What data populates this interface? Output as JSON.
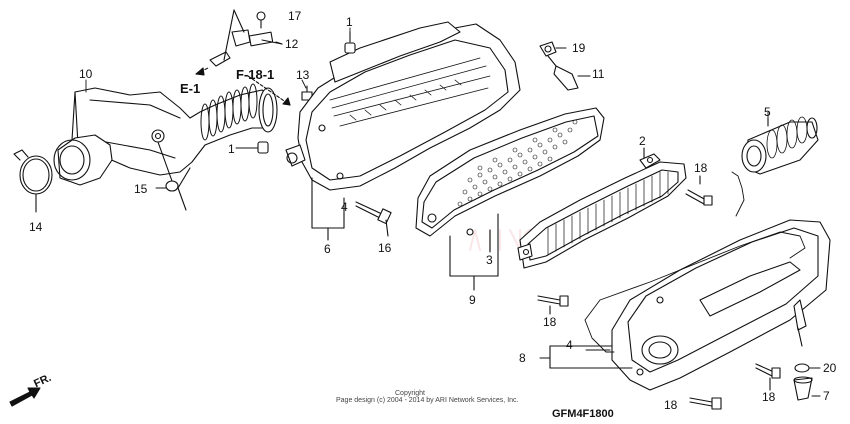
{
  "diagram": {
    "callouts": {
      "c1a": "1",
      "c1b": "1",
      "c2": "2",
      "c3": "3",
      "c4a": "4",
      "c4b": "4",
      "c5": "5",
      "c6": "6",
      "c7": "7",
      "c8": "8",
      "c9": "9",
      "c10": "10",
      "c11": "11",
      "c12": "12",
      "c13": "13",
      "c14": "14",
      "c15": "15",
      "c16": "16",
      "c17": "17",
      "c18a": "18",
      "c18b": "18",
      "c18c": "18",
      "c18d": "18",
      "c19": "19",
      "c20": "20"
    },
    "refs": {
      "e1": "E-1",
      "f18": "F-18-1"
    },
    "direction_label": "FR.",
    "copyright_line1": "Copyright",
    "copyright_line2": "Page design (c) 2004 - 2014 by ARI Network Services, Inc.",
    "diagram_code": "GFM4F1800",
    "watermark": "HONDA"
  }
}
